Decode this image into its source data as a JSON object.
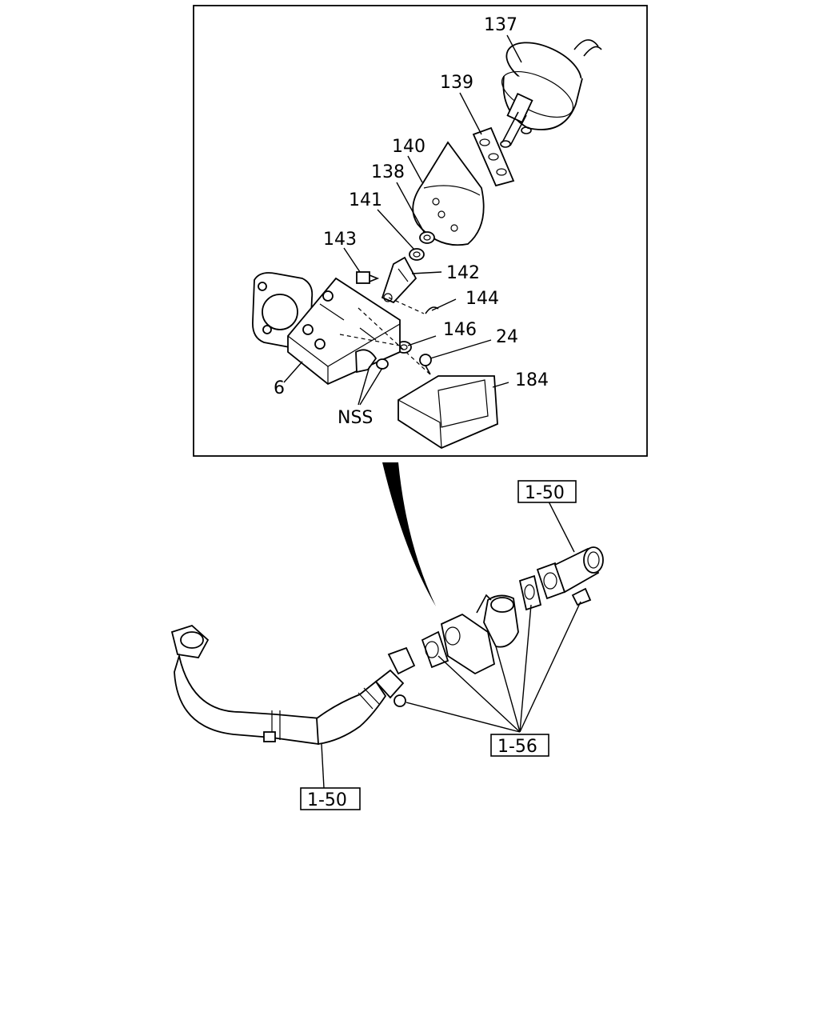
{
  "callouts": {
    "p137": "137",
    "p139": "139",
    "p140": "140",
    "p138": "138",
    "p141": "141",
    "p143": "143",
    "p142": "142",
    "p144": "144",
    "p146": "146",
    "p24": "24",
    "p184": "184",
    "p6": "6",
    "nss": "NSS"
  },
  "refs": {
    "ref_top": "1-50",
    "ref_bottom": "1-50",
    "ref_gasket": "1-56"
  }
}
